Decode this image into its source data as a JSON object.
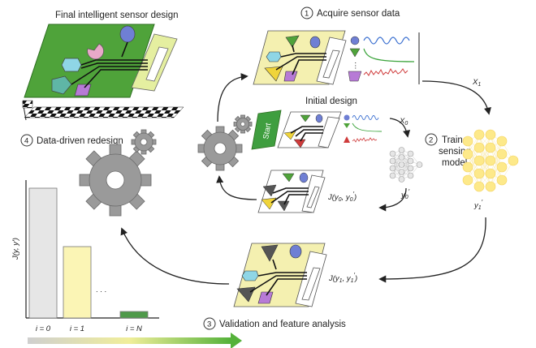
{
  "labels": {
    "final_design": "Final intelligent sensor design",
    "step1_num": "1",
    "step1": "Acquire sensor data",
    "initial_design": "Initial design",
    "start": "Start",
    "step2_num": "2",
    "step2_line1": "Train",
    "step2_line2": "sensing",
    "step2_line3": "model",
    "step3_num": "3",
    "step3": "Validation and feature analysis",
    "step4_num": "4",
    "step4": "Data-driven redesign",
    "x1": "X",
    "x1_sub": "1",
    "x0": "X",
    "x0_sub": "0",
    "y0p": "y",
    "y0p_sub": "0",
    "y1p": "y",
    "y1p_sub": "1",
    "j0": "J(y",
    "j0_sub1": "0",
    "j0_mid": ", y",
    "j0_sub2": "0",
    "j0_end": ")",
    "j1": "J(y",
    "j1_sub1": "1",
    "j1_mid": ", y",
    "j1_sub2": "1",
    "j1_end": ")",
    "jaxis": "J(y, y')",
    "dots": ". . .",
    "vdots": "⋮"
  },
  "chart_data": {
    "type": "bar",
    "categories": [
      "i = 0",
      "i = 1",
      "i = N"
    ],
    "values": [
      1.0,
      0.55,
      0.05
    ],
    "ylabel": "J(y, y')",
    "colors": [
      "#e6e6e6",
      "#fbf5b5",
      "#4f9a4a"
    ]
  },
  "colors": {
    "green_board": "#4fa33a",
    "yellow_board": "#f4f0b0",
    "blue": "#6f7fd4",
    "purple": "#b77ad6",
    "cyan": "#8fd6e6",
    "pink": "#e9a9c9",
    "neural_yellow": "#fde98a"
  }
}
